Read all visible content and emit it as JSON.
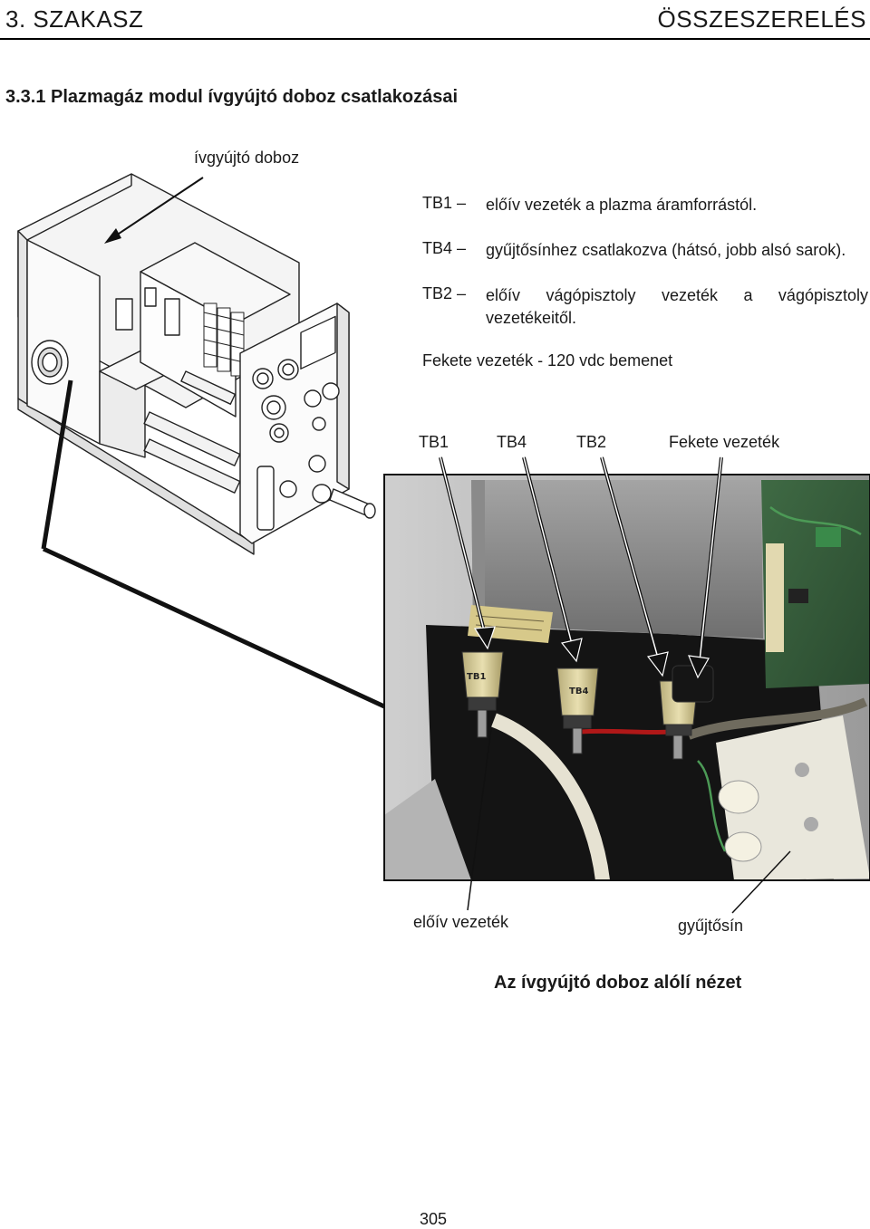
{
  "header": {
    "section": "3. SZAKASZ",
    "chapter": "ÖSSZESZERELÉS"
  },
  "section_title": "3.3.1 Plazmagáz modul ívgyújtó doboz csatlakozásai",
  "diagram_label": "ívgyújtó doboz",
  "connections": [
    {
      "terminal": "TB1 –",
      "description": "előív vezeték a plazma áramforrástól."
    },
    {
      "terminal": "TB4 –",
      "description": "gyűjtősínhez csatlakozva (hátsó, jobb alsó sarok)."
    },
    {
      "terminal": "TB2 –",
      "description": "előív vágópisztoly vezeték a vágópisztoly vezetékeitől."
    }
  ],
  "black_wire_note": "Fekete vezeték - 120 vdc bemenet",
  "photo_top_labels": {
    "tb1": "TB1",
    "tb4": "TB4",
    "tb2": "TB2",
    "black_wire": "Fekete vezeték"
  },
  "photo_terminal_labels": {
    "tb1": "TB1",
    "tb4": "TB4"
  },
  "photo_bottom_labels": {
    "pilot_wire": "előív vezeték",
    "busbar": "gyűjtősín"
  },
  "caption": "Az ívgyújtó doboz alólí nézet",
  "page_number": "305"
}
